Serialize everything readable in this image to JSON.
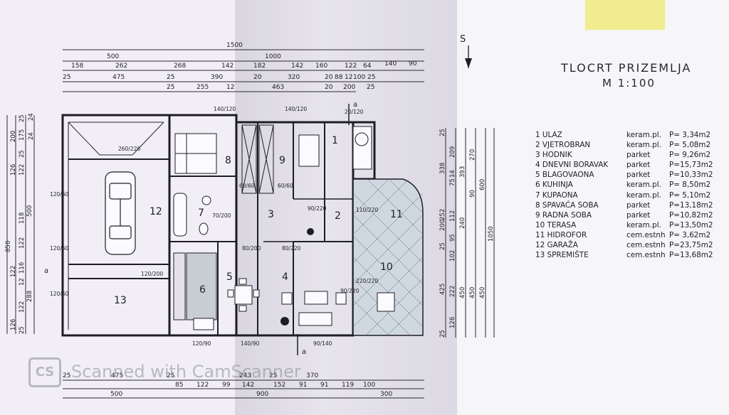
{
  "plan": {
    "title": "TLOCRT PRIZEMLJA",
    "scale": "M 1:100",
    "north": "S"
  },
  "legend": [
    {
      "name": "1 ULAZ",
      "floor": "keram.pl.",
      "area": "P= 3,34m2"
    },
    {
      "name": "2 VJETROBRAN",
      "floor": "keram.pl.",
      "area": "P= 5,08m2"
    },
    {
      "name": "3 HODNIK",
      "floor": "parket",
      "area": "P= 9,26m2"
    },
    {
      "name": "4 DNEVNI BORAVAK",
      "floor": "parket",
      "area": "P=15,73m2"
    },
    {
      "name": "5 BLAGOVAONA",
      "floor": "parket",
      "area": "P=10,33m2"
    },
    {
      "name": "6 KUHINJA",
      "floor": "keram.pl.",
      "area": "P= 8,50m2"
    },
    {
      "name": "7 KUPAONA",
      "floor": "keram.pl.",
      "area": "P= 5,10m2"
    },
    {
      "name": "8 SPAVAĆA SOBA",
      "floor": "parket",
      "area": "P=13,18m2"
    },
    {
      "name": "9 RADNA SOBA",
      "floor": "parket",
      "area": "P=10,82m2"
    },
    {
      "name": "10 TERASA",
      "floor": "keram.pl.",
      "area": "P=13,50m2"
    },
    {
      "name": "11 HIDROFOR",
      "floor": "cem.estnh",
      "area": "P= 3,62m2"
    },
    {
      "name": "12 GARAŽA",
      "floor": "cem.estnh",
      "area": "P=23,75m2"
    },
    {
      "name": "13 SPREMIŠTE",
      "floor": "cem.estnh",
      "area": "P=13,68m2"
    }
  ],
  "rooms": [
    "1",
    "2",
    "3",
    "4",
    "5",
    "6",
    "7",
    "8",
    "9",
    "10",
    "11",
    "12",
    "13"
  ],
  "dims_top": {
    "row1": [
      "1500"
    ],
    "row2": [
      "500",
      "1000"
    ],
    "row3": [
      "158",
      "262",
      "268",
      "142",
      "182",
      "142",
      "160",
      "122",
      "64",
      "140",
      "90"
    ],
    "row4": [
      "25",
      "475",
      "25",
      "390",
      "20",
      "320",
      "20",
      "88",
      "12",
      "100",
      "25"
    ],
    "row5": [
      "25",
      "255",
      "12",
      "463",
      "20",
      "200",
      "25"
    ]
  },
  "dims_bottom": {
    "row1": [
      "25",
      "475",
      "25",
      "243",
      "25",
      "370"
    ],
    "row2": [
      "85",
      "122",
      "99",
      "142",
      "152",
      "91",
      "91",
      "119",
      "100"
    ],
    "row3": [
      "500",
      "900",
      "300"
    ]
  },
  "dims_left": {
    "col1": [
      "850"
    ],
    "col2": [
      "200",
      "126",
      "500",
      "122",
      "288",
      "126"
    ],
    "col3": [
      "25",
      "175",
      "25",
      "122",
      "118",
      "122",
      "116",
      "12",
      "122",
      "25"
    ],
    "col4": [
      "24",
      "24"
    ]
  },
  "dims_right": {
    "col1": [
      "25",
      "338",
      "252",
      "200",
      "25",
      "425",
      "25"
    ],
    "col2": [
      "209",
      "14",
      "75",
      "112",
      "102",
      "95",
      "222",
      "126"
    ],
    "col3": [
      "393",
      "240",
      "450"
    ],
    "col4": [
      "270",
      "90",
      "450"
    ],
    "col5": [
      "600",
      "450"
    ],
    "col6": [
      "1050"
    ]
  },
  "openings": [
    "120/60",
    "120/60",
    "120/60",
    "260/220",
    "140/120",
    "140/120",
    "60/60",
    "60/60",
    "110/220",
    "90/220",
    "90/220",
    "220/220",
    "120/90",
    "140/90",
    "90/140",
    "70/200",
    "80/200",
    "20/120",
    "80/220",
    "120/200"
  ],
  "section": "a",
  "watermark": {
    "logo": "CS",
    "text": "Scanned with CamScanner"
  }
}
